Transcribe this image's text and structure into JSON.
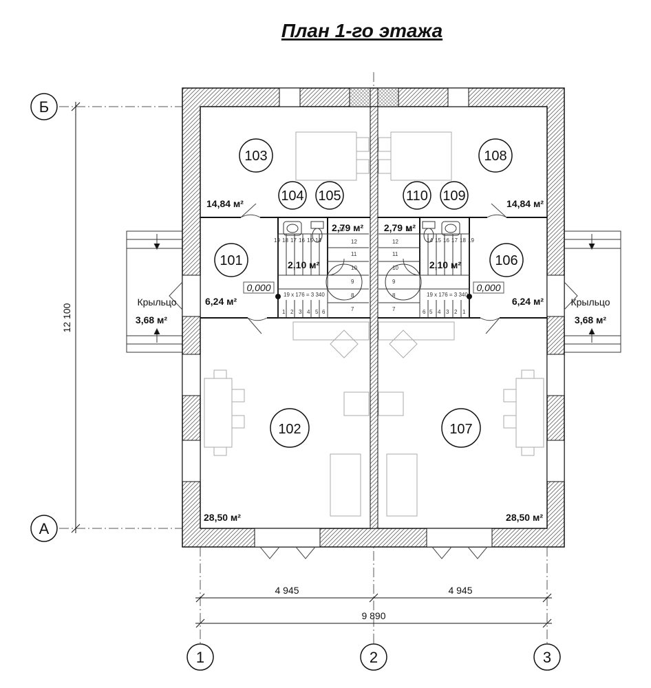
{
  "title": "План 1-го этажа",
  "axes": {
    "row_b": "Б",
    "row_a": "А",
    "col_1": "1",
    "col_2": "2",
    "col_3": "3"
  },
  "dimensions": {
    "height_total": "12 100",
    "width_left": "4 945",
    "width_right": "4 945",
    "width_total": "9 890"
  },
  "rooms": {
    "r101": {
      "number": "101",
      "area": "6,24 м²"
    },
    "r102": {
      "number": "102",
      "area": "28,50 м²"
    },
    "r103": {
      "number": "103",
      "area": "14,84 м²"
    },
    "r104": {
      "number": "104",
      "area": "2,10 м²"
    },
    "r105": {
      "number": "105",
      "area": "2,79 м²"
    },
    "r106": {
      "number": "106",
      "area": "6,24 м²"
    },
    "r107": {
      "number": "107",
      "area": "28,50 м²"
    },
    "r108": {
      "number": "108",
      "area": "14,84 м²"
    },
    "r109": {
      "number": "109",
      "area": "2,10 м²"
    },
    "r110": {
      "number": "110",
      "area": "2,79 м²"
    }
  },
  "porch": {
    "left_label": "Крыльцо",
    "left_area": "3,68 м²",
    "right_label": "Крыльцо",
    "right_area": "3,68 м²"
  },
  "level": {
    "left": "0,000",
    "right": "0,000"
  },
  "stair_note": {
    "left": "19 x 176 = 3 340",
    "right": "19 x 176 = 3 340"
  },
  "stair_steps": {
    "left_upper": [
      "19",
      "18",
      "17",
      "16",
      "15",
      "14",
      "13",
      "12",
      "11",
      "10",
      "9",
      "8",
      "7"
    ],
    "left_lower": [
      "1",
      "2",
      "3",
      "4",
      "5",
      "6"
    ],
    "right_upper": [
      "19",
      "18",
      "17",
      "16",
      "15",
      "14",
      "13",
      "12",
      "11",
      "10",
      "9",
      "8",
      "7"
    ],
    "right_lower": [
      "1",
      "2",
      "3",
      "4",
      "5",
      "6"
    ]
  }
}
